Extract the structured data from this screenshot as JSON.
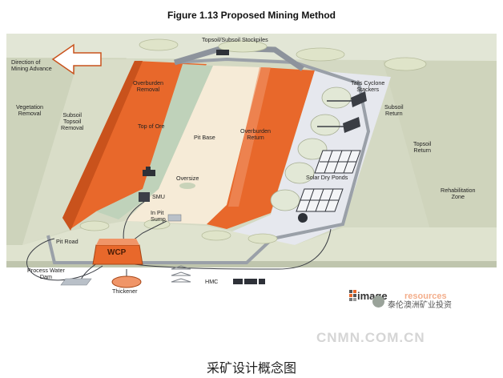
{
  "figure": {
    "title": "Figure 1.13 Proposed Mining Method",
    "caption": "采矿设计概念图",
    "site_watermark": "CNMN.COM.CN",
    "account_watermark": "泰伦澳洲矿业投资",
    "brand_logo_word": "image",
    "brand_logo_word2": "resources"
  },
  "labels": {
    "topsoil_stockpiles": "Topsoil/Subsoil Stockpiles",
    "direction": "Direction of\nMining Advance",
    "vegetation": "Vegetation\nRemoval",
    "subsoil_topsoil_removal": "Subsoil\nTopsoil\nRemoval",
    "overburden_removal": "Overburden\nRemoval",
    "top_of_ore": "Top of Ore",
    "pit_base": "Pit Base",
    "overburden_return": "Overburden\nReturn",
    "tails_cyclone": "Tails Cyclone\nStackers",
    "subsoil_return": "Subsoil\nReturn",
    "topsoil_return": "Topsoil\nReturn",
    "oversize": "Oversize",
    "smu": "SMU",
    "in_pit_sump": "In Pit\nSump",
    "solar_dry_ponds": "Solar Dry Ponds",
    "rehabilitation_zone": "Rehabilitation\nZone",
    "pit_road": "Pit Road",
    "wcp": "WCP",
    "process_water_dam": "Process Water\nDam",
    "thickener": "Thickener",
    "hmc": "HMC"
  },
  "colors": {
    "land": "#d7dcc7",
    "land_dark": "#c4caae",
    "orange": "#e8682b",
    "orange_dark": "#c9521c",
    "ore_green": "#bfd2ba",
    "pit_base": "#f6ebd7",
    "road": "#9aa0a8",
    "return_zone": "#e6e8ee",
    "mound": "#dfe4c9"
  }
}
